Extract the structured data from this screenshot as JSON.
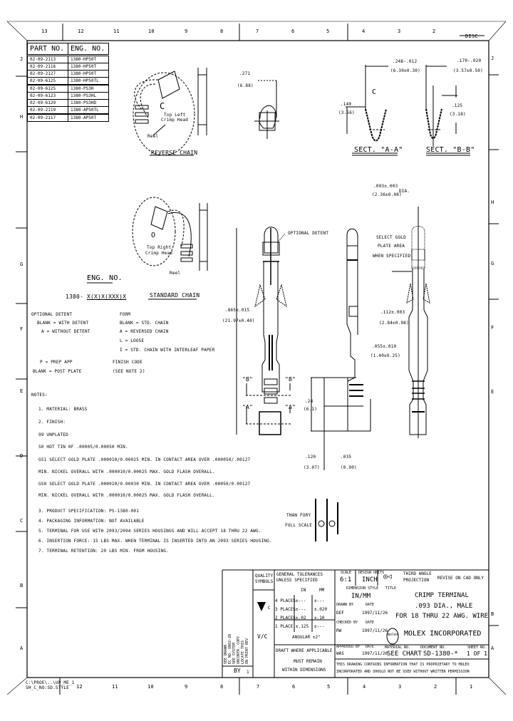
{
  "border": {
    "top_zones": [
      "13",
      "12",
      "11",
      "10",
      "9",
      "8",
      "7",
      "6",
      "5",
      "4",
      "3",
      "2"
    ],
    "top_right_label": "DISC",
    "bottom_zones": [
      "12",
      "11",
      "10",
      "9",
      "8",
      "7",
      "6",
      "5",
      "4",
      "3",
      "2",
      "1"
    ],
    "left_zones": [
      "J",
      "H",
      "G",
      "F",
      "E",
      "D",
      "C",
      "B",
      "A"
    ],
    "right_zones": [
      "J",
      "H",
      "G",
      "F",
      "E",
      "B",
      "A"
    ],
    "bottom_left_note_1": "C:\\PROE\\..\\UP_ME_1",
    "bottom_left_note_2": "SH_C_NO:SD.STYLE"
  },
  "part_table": {
    "headers": [
      "PART NO.",
      "ENG. NO."
    ],
    "rows": [
      [
        "02-09-2113",
        "1380-HP50T"
      ],
      [
        "02-09-2116",
        "1380-HP50T"
      ],
      [
        "02-09-2127",
        "1380-HP50T"
      ],
      [
        "02-09-6125",
        "1380-HP50TL"
      ],
      [
        "02-09-6125",
        "1380-PS3H"
      ],
      [
        "02-09-6123",
        "1380-PS3HL"
      ],
      [
        "02-09-6129",
        "1380-PS3HD"
      ],
      [
        "02-09-2119",
        "1380-AP50TL"
      ],
      [
        "02-09-2117",
        "1380-AP50T"
      ]
    ]
  },
  "views": {
    "reverse_chain": {
      "title": "REVERSE CHAIN",
      "center_letter": "C",
      "label_1": "Top Left",
      "label_2": "Crimp Head",
      "reel_label": "Reel"
    },
    "standard_chain": {
      "title": "STANDARD CHAIN",
      "center_letter": "O",
      "label_1": "Top Right",
      "label_2": "Crimp Head",
      "reel_label": "Reel"
    },
    "end_view": {
      "dim_in": ".271",
      "dim_mm": "(6.88)"
    },
    "section_a": {
      "title": "SECT. \"A-A\"",
      "width_in": ".248-.012",
      "width_mm": "(6.30±0.30)",
      "height_in": ".140",
      "height_mm": "(3.56)",
      "center_letter": "C"
    },
    "section_b": {
      "title": "SECT. \"B-B\"",
      "width_in": ".170-.020",
      "width_mm": "(3.57±0.50)",
      "height_in": ".125",
      "height_mm": "(3.18)"
    },
    "side_view": {
      "optional_detent": "OPTIONAL DETENT",
      "length_in": ".865±.015",
      "length_mm": "(21.97±0.40)",
      "label_b1": "\"B\"",
      "label_b2": "\"B\"",
      "label_a1": "\"A\"",
      "label_a2": "\"A\"",
      "dim_small_in": ".24",
      "dim_small_mm": "(6.1)",
      "dim_bottom_1_in": ".120",
      "dim_bottom_1_mm": "(3.07)",
      "dim_bottom_2_in": ".035",
      "dim_bottom_2_mm": "(0.90)"
    },
    "top_view": {
      "dia_in": ".093±.003",
      "dia_mm": "(2.36±0.08)",
      "dia_label": "DIA.",
      "select_note_1": "SELECT GOLD",
      "select_note_2": "PLATE AREA",
      "select_note_3": "WHEN SPECIFIED",
      "dim_1_in": ".112±.003",
      "dim_1_mm": "(2.84±0.08)",
      "dim_2_in": ".055±.010",
      "dim_2_mm": "(1.40±0.25)"
    },
    "full_scale": {
      "label_1": "THAN FORY",
      "label_2": "FULL SCALE"
    }
  },
  "engineering_no": {
    "title": "ENG. NO.",
    "code": "1380-",
    "code_suffix": "X(X)X(XXX)X",
    "optional_detent_label": "OPTIONAL DETENT",
    "detent_opt_1": "BLANK = WITH DETENT",
    "detent_opt_2": "A = WITHOUT DETENT",
    "form_label": "FORM",
    "form_opt_1": "BLANK = STD. CHAIN",
    "form_opt_2": "A = REVERSED CHAIN",
    "form_opt_3": "L = LOOSE",
    "form_opt_4": "I = STD. CHAIN WITH INTERLEAF PAPER",
    "prep_label": "P = PREP APP",
    "prep_opt_1": "BLANK = POST PLATE",
    "finish_label": "FINISH CODE",
    "finish_opt_1": "(SEE NOTE 2)"
  },
  "notes": {
    "title": "NOTES:",
    "items": [
      "1. MATERIAL: BRASS",
      "2. FINISH:",
      "   99  UNPLATED",
      "   S0  HOT TIN 0F .00005/0.00050 MIN.",
      "   GS1  SELECT GOLD PLATE .000010/0.00025 MIN. IN CONTACT AREA OVER .000050/.00127",
      "        MIN. NICKEL OVERALL WITH .000010/0.00025 MAX. GOLD FLASH OVERALL.",
      "   GS0  SELECT GOLD PLATE .000010/0.00030 MIN. IN CONTACT AREA OVER .00050/0.00127",
      "        MIN. NICKEL OVERALL WITH .000010/0.00025 MAX. GOLD FLASH OVERALL.",
      "3. PRODUCT SPECIFICATION: PS-1380-001",
      "4. PACKAGING INFORMATION: NOT AVAILABLE",
      "5. TERMINAL FOR USE WITH 2093/2094 SERIES HOUSINGS AND WILL ACCEPT 18 THRU 22 AWG.",
      "6. INSERTION FORCE: 15 LBS MAX. WHEN TERMINAL IS INSERTED INTO AN 2093 SERIES HOUSING.",
      "7. TERMINAL RETENTION: 20 LBS MIN. FROM HOUSING."
    ]
  },
  "title_block": {
    "revisions": {
      "lines": [
        "SEE DRAWN",
        "EC NO. UN92-20",
        "SEE SYSTEM",
        "UNCONTR. COPY",
        "LOCATE THIS",
        "ON PRINT REV"
      ],
      "by_label": "BY",
      "by_value": "1"
    },
    "quality_symbols": {
      "label_1": "QUALITY",
      "label_2": "SYMBOLS",
      "symbol_1": "C",
      "symbol_2": "V/C"
    },
    "tolerances": {
      "title_1": "GENERAL TOLERANCES",
      "title_2": "UNLESS SPECIFIED",
      "col_in": "IN",
      "col_mm": "MM",
      "rows": [
        {
          "label": "4 PLACES",
          "in": "±---",
          "mm": "±---"
        },
        {
          "label": "3 PLACES",
          "in": "±---",
          "mm": "±.020"
        },
        {
          "label": "2 PLACES",
          "in": "±.02",
          "mm": "±.10"
        },
        {
          "label": "1 PLACE",
          "in": "±.125",
          "mm": "±---"
        }
      ],
      "angular": "ANGULAR ±2°",
      "draft_note": "DRAFT WHERE APPLICABLE",
      "must_remain_1": "MUST REMAIN",
      "must_remain_2": "WITHIN DIMENSIONS"
    },
    "scale_label": "SCALE",
    "scale_value": "6:1",
    "units_label": "DESIGN UNITS",
    "units_value": "INCH",
    "dim_style_label": "DIMENSION STYLE",
    "dim_style_value": "IN/MM",
    "drawn_by_label": "DRAWN BY",
    "drawn_by_value": "DEF",
    "drawn_date_label": "DATE",
    "drawn_date_value": "1997/11/26",
    "checked_by_label": "CHECKED BY",
    "checked_by_value": "RW",
    "checked_date_label": "DATE",
    "checked_date_value": "1997/11/26",
    "approved_by_label": "APPROVED BY",
    "approved_by_value": "WAS",
    "approved_date_label": "DATE",
    "approved_date_value": "1997/11/26",
    "projection_label_1": "THIRD ANGLE",
    "projection_label_2": "PROJECTION",
    "revise_note": "REVISE ON CAD ONLY",
    "title_label": "TITLE",
    "title_line_1": "CRIMP TERMINAL",
    "title_line_2": ".093 DIA., MALE",
    "title_line_3": "FOR 18 THRU 22 AWG. WIRE",
    "company_logo": "molex",
    "company": "MOLEX INCORPORATED",
    "material_no_label": "MATERIAL NO.",
    "material_no_value": "SEE CHART",
    "doc_no_label": "DOCUMENT NO.",
    "doc_no_value": "SD-1380-*",
    "sheet_label": "SHEET NO.",
    "sheet_value": "1 OF 1",
    "proprietary_1": "THIS DRAWING CONTAINS INFORMATION THAT IS PROPRIETARY TO MOLEX",
    "proprietary_2": "INCORPORATED AND SHOULD NOT BE USED WITHOUT WRITTEN PERMISSION"
  }
}
